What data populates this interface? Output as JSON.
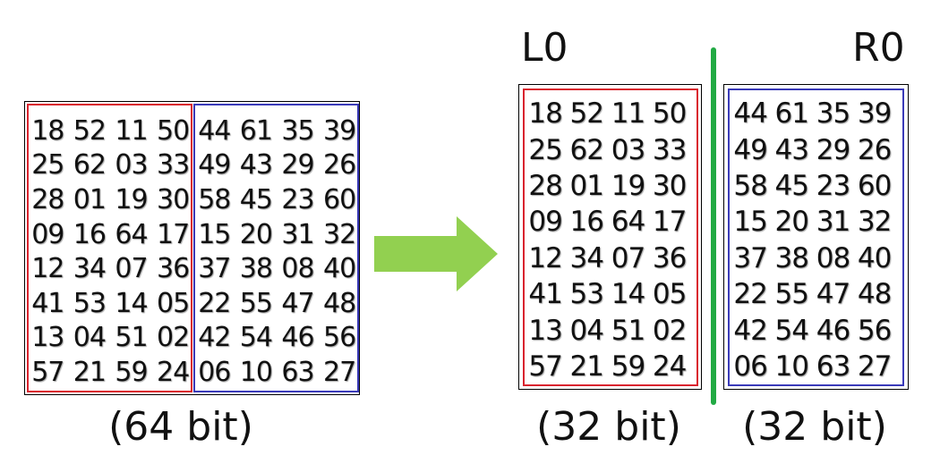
{
  "colors": {
    "left_box": "#d9232e",
    "right_box": "#3a3ab8",
    "arrow": "#92d050",
    "divider": "#22aa44"
  },
  "left_block": {
    "rows": [
      [
        "18",
        "52",
        "11",
        "50"
      ],
      [
        "25",
        "62",
        "03",
        "33"
      ],
      [
        "28",
        "01",
        "19",
        "30"
      ],
      [
        "09",
        "16",
        "64",
        "17"
      ],
      [
        "12",
        "34",
        "07",
        "36"
      ],
      [
        "41",
        "53",
        "14",
        "05"
      ],
      [
        "13",
        "04",
        "51",
        "02"
      ],
      [
        "57",
        "21",
        "59",
        "24"
      ]
    ]
  },
  "right_block": {
    "rows": [
      [
        "44",
        "61",
        "35",
        "39"
      ],
      [
        "49",
        "43",
        "29",
        "26"
      ],
      [
        "58",
        "45",
        "23",
        "60"
      ],
      [
        "15",
        "20",
        "31",
        "32"
      ],
      [
        "37",
        "38",
        "08",
        "40"
      ],
      [
        "22",
        "55",
        "47",
        "48"
      ],
      [
        "42",
        "54",
        "46",
        "56"
      ],
      [
        "06",
        "10",
        "63",
        "27"
      ]
    ]
  },
  "captions": {
    "input": "(64 bit)",
    "left_output": "(32 bit)",
    "right_output": "(32 bit)"
  },
  "labels": {
    "left": "L0",
    "right": "R0"
  },
  "icons": {
    "transform": "right-arrow-icon"
  }
}
